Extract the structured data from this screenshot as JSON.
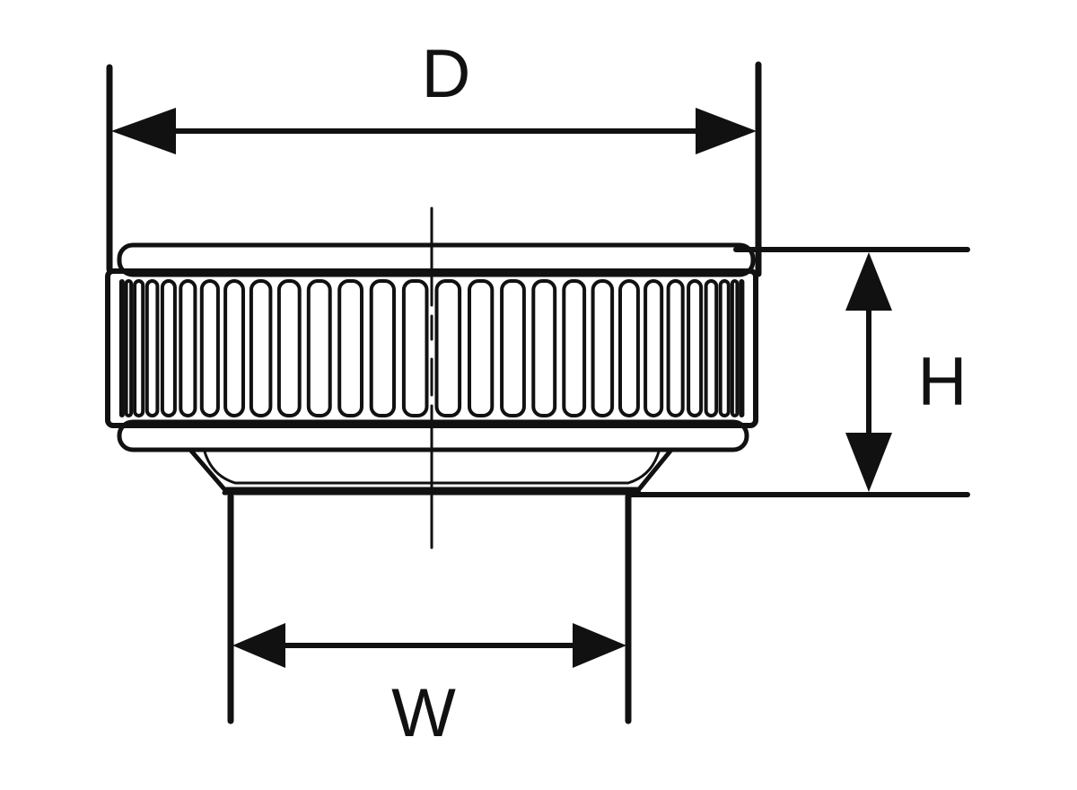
{
  "diagram": {
    "dimensions": {
      "diameter": {
        "label": "D"
      },
      "height": {
        "label": "H"
      },
      "width": {
        "label": "W"
      }
    },
    "colors": {
      "line": "#111111",
      "background": "#ffffff"
    }
  }
}
